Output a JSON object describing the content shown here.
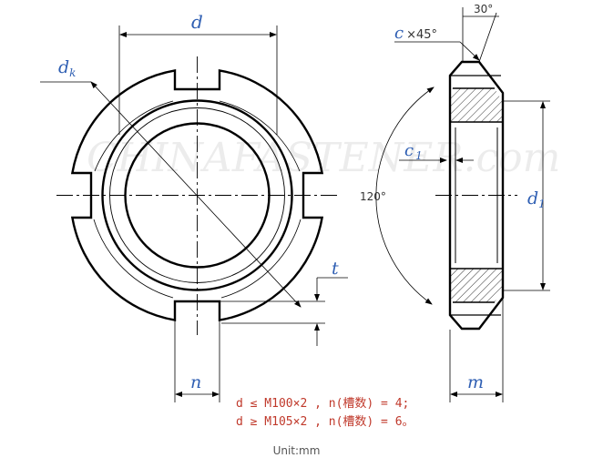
{
  "labels": {
    "d": "d",
    "dk_main": "d",
    "dk_sub": "k",
    "t": "t",
    "n": "n",
    "c": "c",
    "c_chamfer": "×45°",
    "c1_main": "c",
    "c1_sub": "1",
    "d1_main": "d",
    "d1_sub": "1",
    "m": "m",
    "angle_30": "30°",
    "angle_120": "120°"
  },
  "notes": [
    "d ≤ M100×2 , n(槽数) = 4;",
    "d ≥ M105×2 , n(槽数) = 6。"
  ],
  "unit_label": "Unit:mm",
  "watermark": "CHINAFASTENER.com",
  "colors": {
    "dimension_text": "#2f5fb3",
    "note_text": "#c0392b",
    "line": "#000000",
    "hatch": "#000000"
  }
}
